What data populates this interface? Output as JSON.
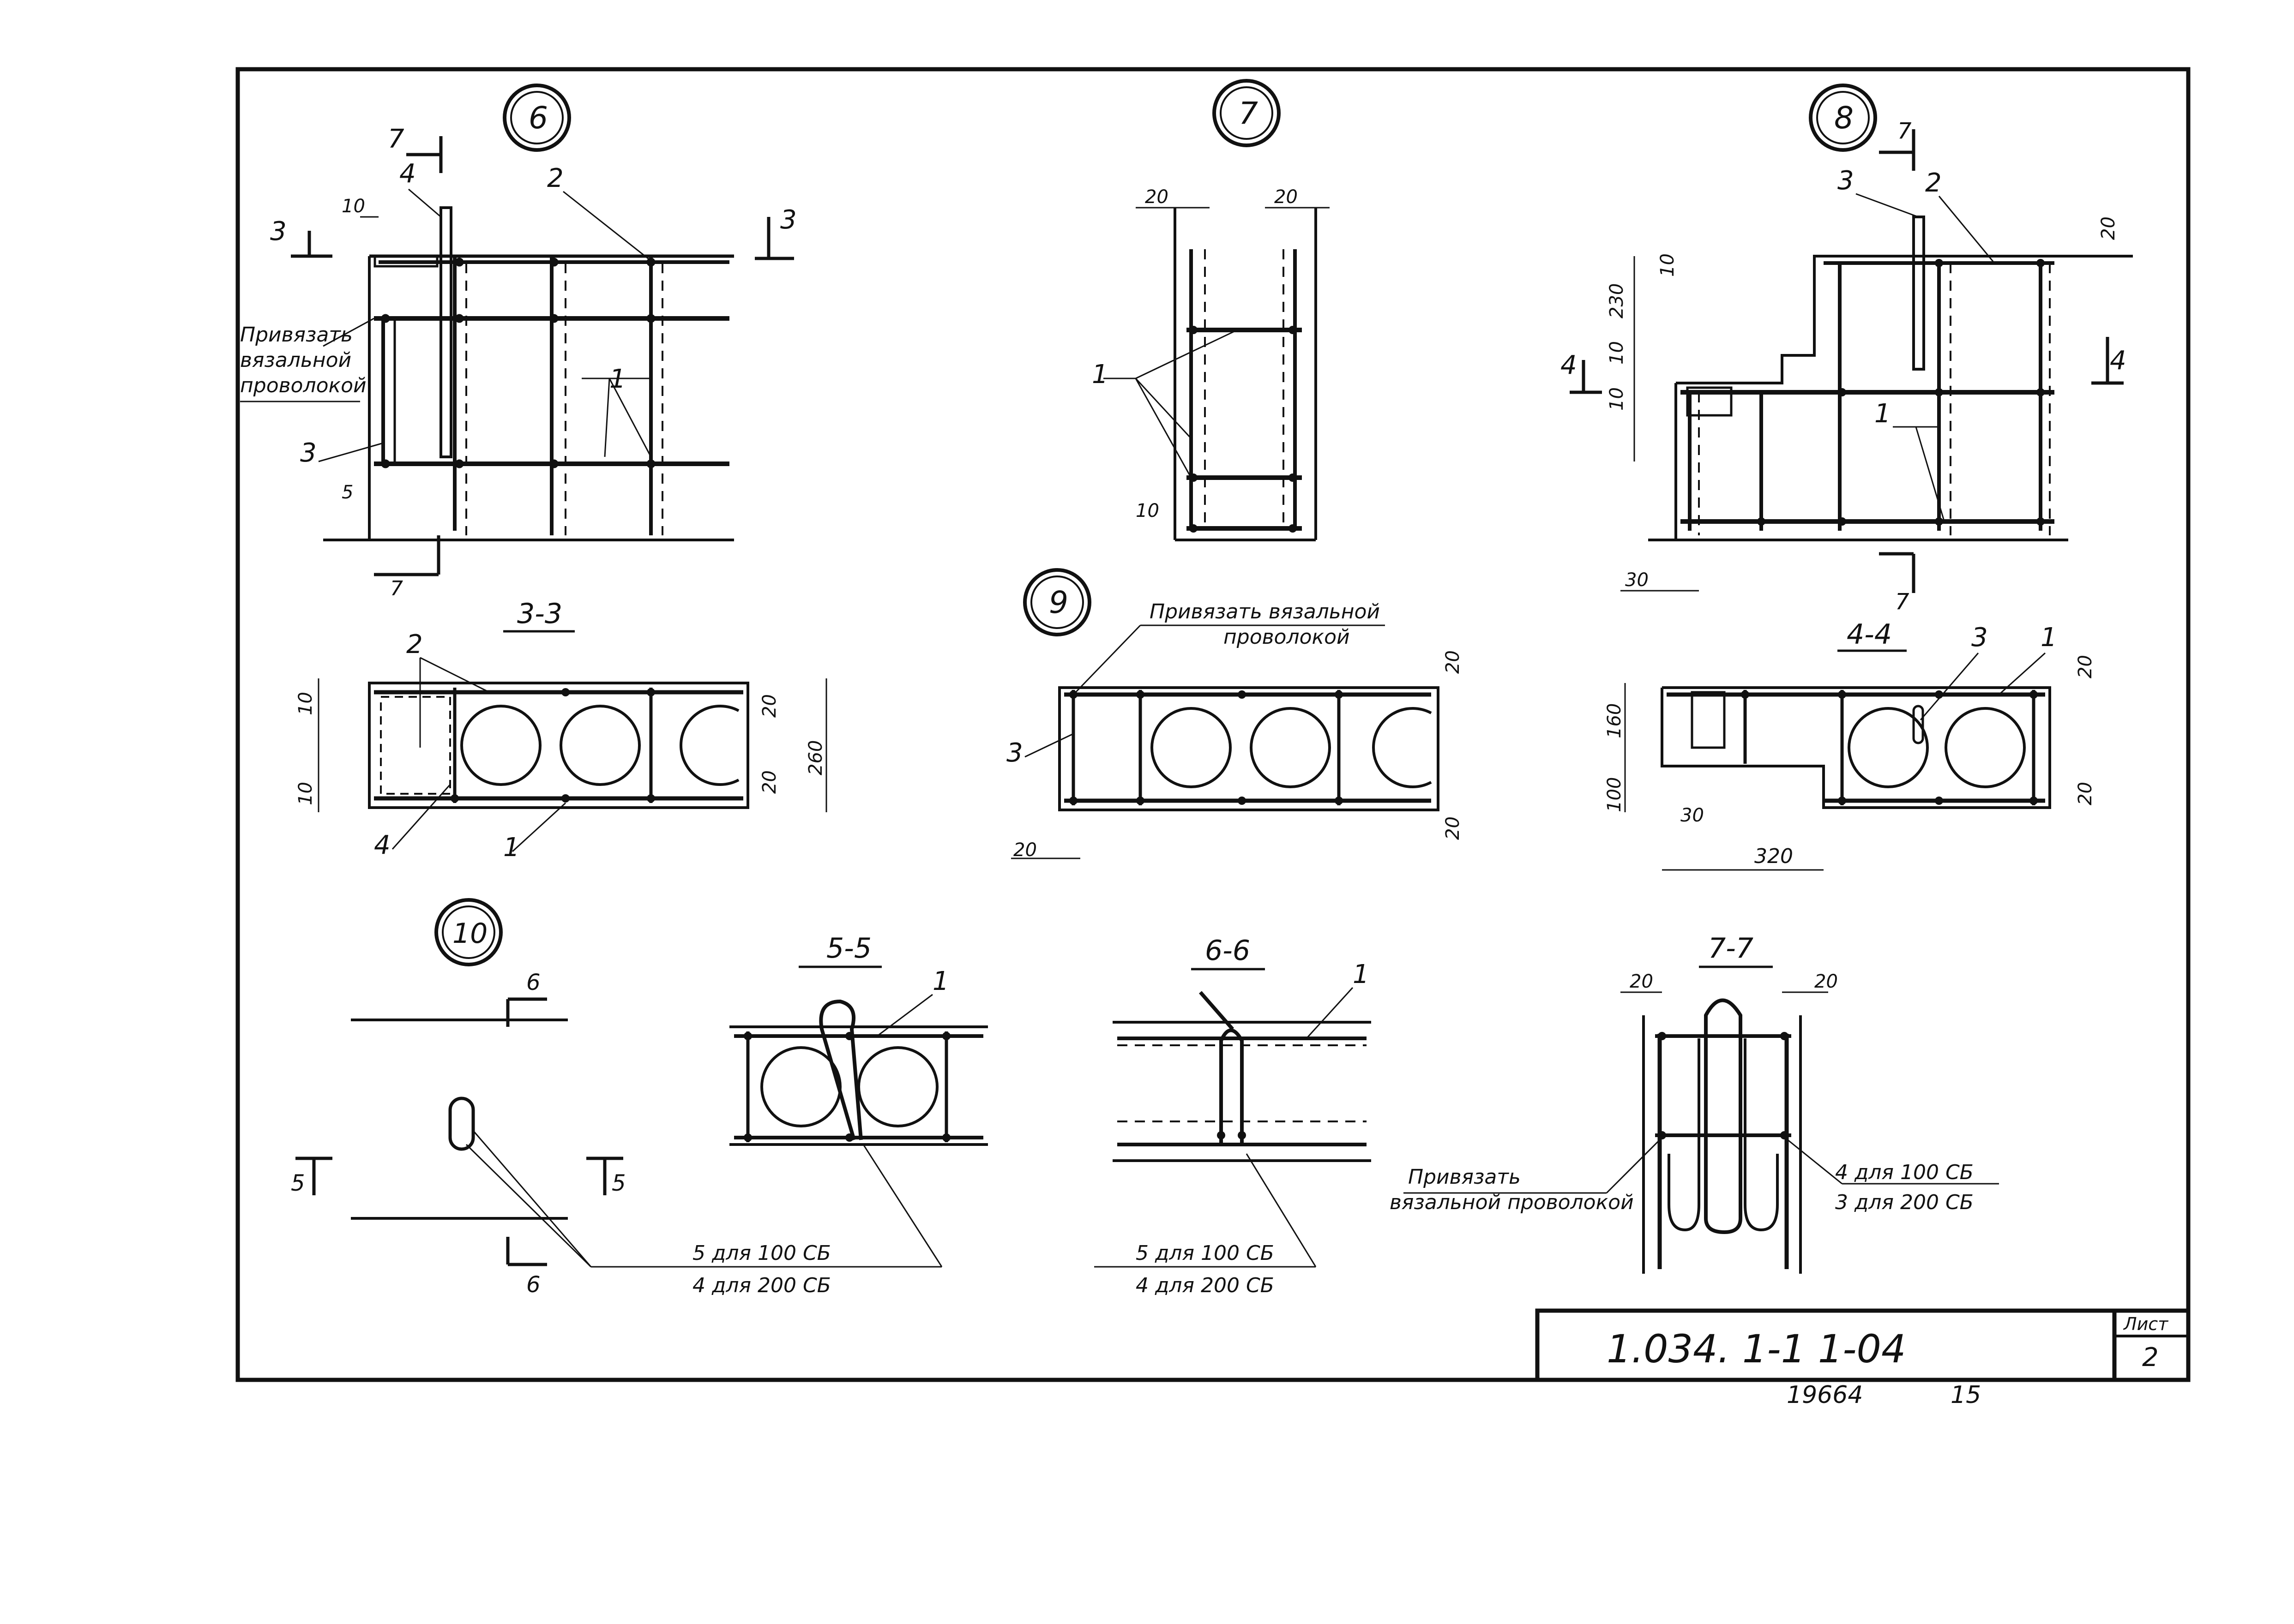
{
  "colors": {
    "ink": "#111111",
    "paper": "#ffffff"
  },
  "details": {
    "d6": "6",
    "d7": "7",
    "d8": "8",
    "d9": "9",
    "d10": "10"
  },
  "sections": {
    "s33": "3-3",
    "s44": "4-4",
    "s55": "5-5",
    "s66": "6-6",
    "s77": "7-7"
  },
  "marks": {
    "m1": "1",
    "m2": "2",
    "m3": "3",
    "m4": "4",
    "m5": "5",
    "m6": "6",
    "m7": "7"
  },
  "dims": {
    "d10": "10",
    "d5": "5",
    "d20": "20",
    "d30": "30",
    "d230": "230",
    "d260": "260",
    "d160": "160",
    "d100": "100",
    "d320": "320"
  },
  "notes": {
    "tie_line1": "Привязать",
    "tie_line2": "вязальной",
    "tie_line3": "проволокой",
    "tie_9_line1": "Привязать вязальной",
    "tie_9_line2": "проволокой",
    "tie_77_line2": "вязальной проволокой",
    "loops_5_100": "5 для   100   СБ",
    "loops_4_200": "4 для   200   СБ",
    "loops_4_100": "4 для   100   СБ",
    "loops_3_200": "3 для   200   СБ"
  },
  "title_block": {
    "code": "1.034. 1-1    1-04",
    "sheet_label": "Лист",
    "sheet_number": "2"
  },
  "footer": {
    "inventory": "19664",
    "page": "15"
  }
}
